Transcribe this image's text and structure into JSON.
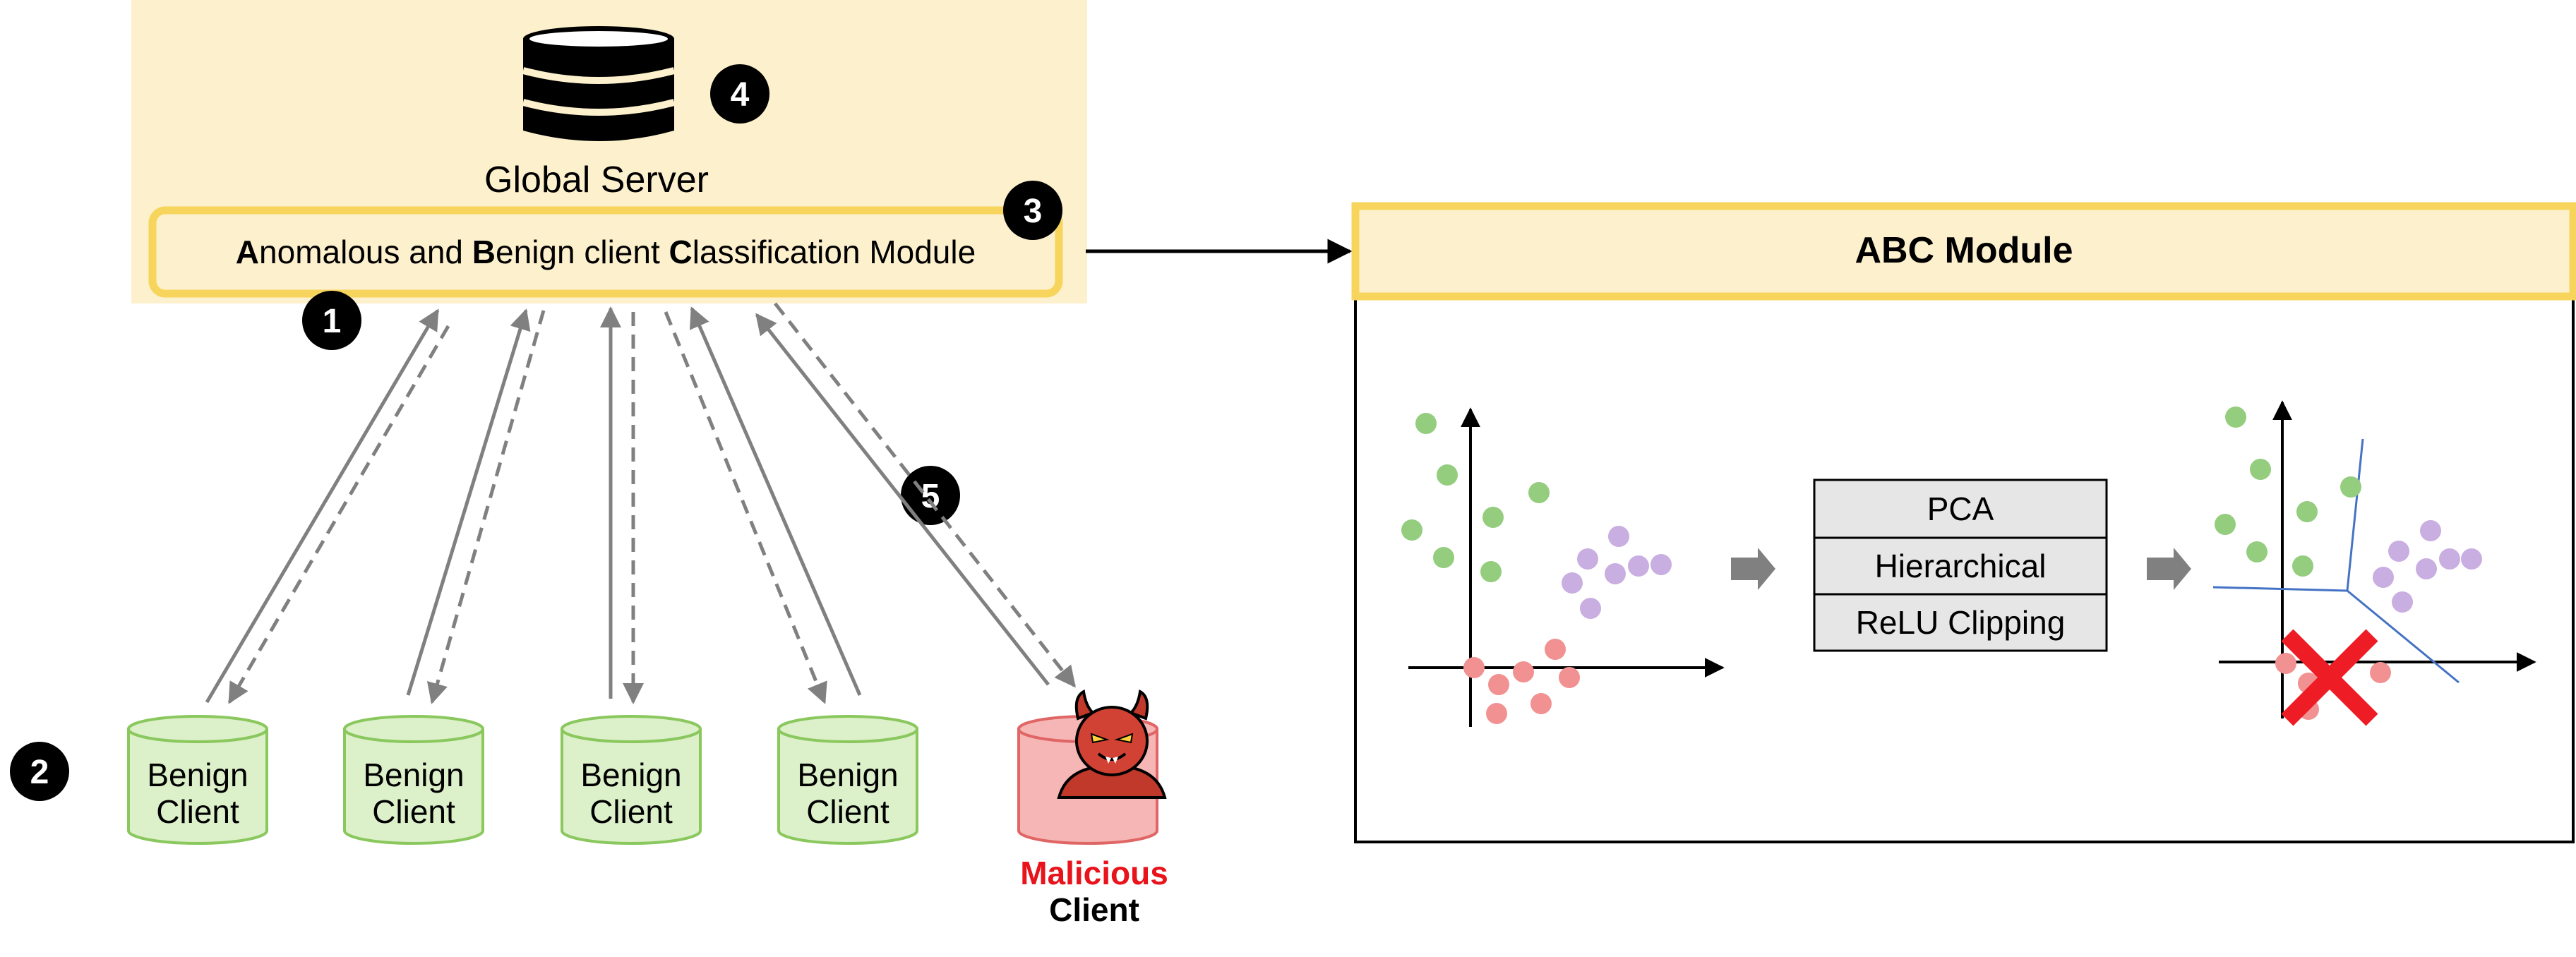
{
  "server": {
    "title": "Global Server",
    "icon": "database-icon",
    "module_name_parts": [
      {
        "text": "A",
        "bold": true
      },
      {
        "text": "nomalous and ",
        "bold": false
      },
      {
        "text": "B",
        "bold": true
      },
      {
        "text": "enign client ",
        "bold": false
      },
      {
        "text": "C",
        "bold": true
      },
      {
        "text": "lassification Module",
        "bold": false
      }
    ]
  },
  "steps": [
    "1",
    "2",
    "3",
    "4",
    "5"
  ],
  "clients": [
    {
      "line1": "Benign",
      "line2": "Client",
      "type": "benign"
    },
    {
      "line1": "Benign",
      "line2": "Client",
      "type": "benign"
    },
    {
      "line1": "Benign",
      "line2": "Client",
      "type": "benign"
    },
    {
      "line1": "Benign",
      "line2": "Client",
      "type": "benign"
    }
  ],
  "malicious_client": {
    "line1": "Malicious",
    "line2": "Client",
    "icon": "devil-icon"
  },
  "abc": {
    "title": "ABC Module",
    "methods": [
      "PCA",
      "Hierarchical",
      "ReLU Clipping"
    ]
  },
  "colors": {
    "server_bg": "#fdf0cd",
    "module_border": "#f7d55c",
    "benign_fill": "#dcf0c9",
    "benign_stroke": "#8ac85e",
    "malicious_fill": "#f7b6b6",
    "malicious_stroke": "#e06666",
    "malicious_text": "#e8131b",
    "point_green": "#93cd7d",
    "point_purple": "#c9aee1",
    "point_red": "#f29191",
    "arrow_gray": "#808080",
    "cross_red": "#ee1c25",
    "boundary_blue": "#4472c4",
    "method_box": "#e6e6e6"
  }
}
